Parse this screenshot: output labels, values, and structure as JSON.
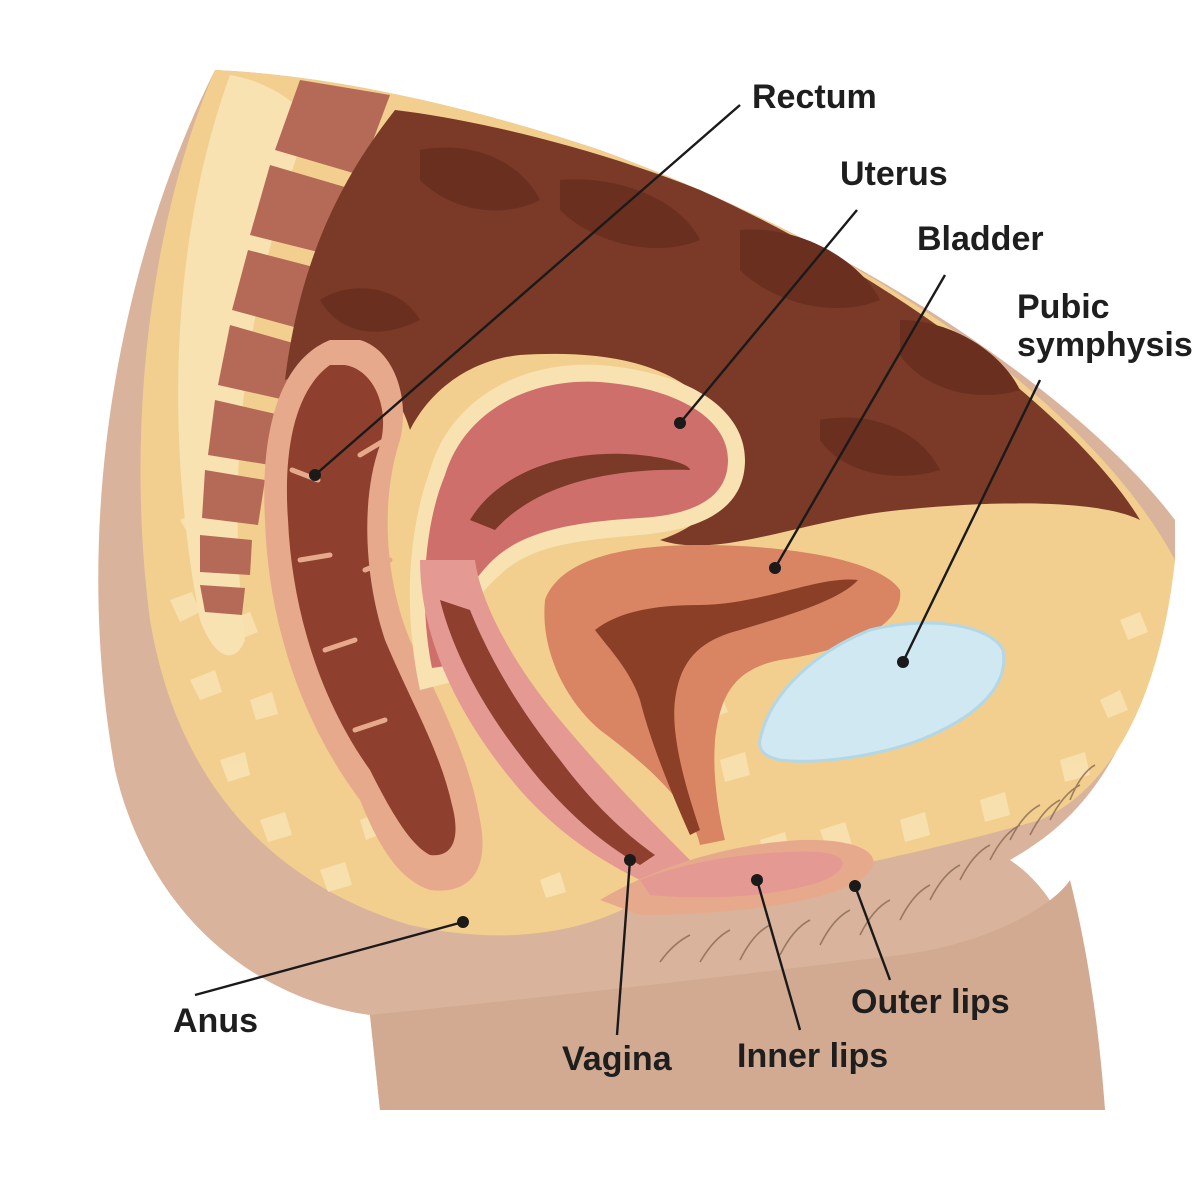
{
  "labels": {
    "rectum": "Rectum",
    "uterus": "Uterus",
    "bladder": "Bladder",
    "pubic_line1": "Pubic",
    "pubic_line2": "symphysis",
    "anus": "Anus",
    "vagina": "Vagina",
    "inner_lips": "Inner lips",
    "outer_lips": "Outer lips"
  },
  "colors": {
    "skin": "#d9b39b",
    "skin_shadow": "#c99d82",
    "fat": "#f2cf8e",
    "fat_light": "#f8e2b2",
    "cavity": "#7a3a27",
    "cavity_dark": "#6a2f1f",
    "rectum": "#8e3f2e",
    "rectum_wall": "#e7a98c",
    "uterus": "#cf6f6b",
    "uterus_light": "#e49a92",
    "bladder": "#d98463",
    "bladder_inner": "#8a3f26",
    "bone": "#cfe8f2",
    "vertebra": "#b56a57"
  }
}
